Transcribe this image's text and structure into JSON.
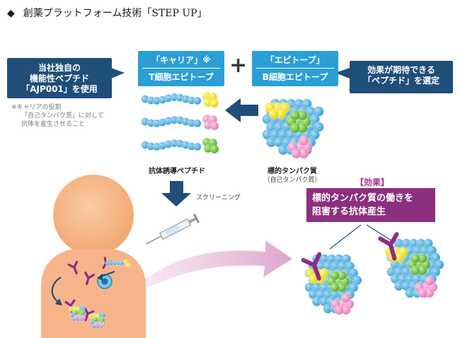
{
  "heading": {
    "bullet": "◆",
    "title": "創薬プラットフォーム技術「STEP UP」"
  },
  "left_box": {
    "lines": [
      "当社独自の",
      "機能性ペプチド",
      "「AJP001」を使用"
    ]
  },
  "carrier_box": {
    "line1": "「キャリア」※",
    "line2": "T細胞エピトープ"
  },
  "plus": "+",
  "epitope_box": {
    "line1": "「エピトープ」",
    "line2": "B細胞エピトープ"
  },
  "right_box": {
    "lines": [
      "効果が期待できる",
      "「ペプチド」を選定"
    ]
  },
  "note": {
    "lines": [
      "※キャリアの役割",
      "「自己タンパク質」に対して",
      "抗体を産生させること"
    ]
  },
  "captions": {
    "peptide": "抗体誘導ペプチド",
    "protein": "標的タンパク質",
    "protein_sub": "（自己タンパク質）"
  },
  "screening": "スクリーニング",
  "effect": {
    "label": "【効果】",
    "lines": [
      "標的タンパク質の働きを",
      "阻害する抗体産生"
    ]
  },
  "colors": {
    "navy": "#1f4e79",
    "teal": "#2a9fd6",
    "purple": "#8b2f7e",
    "skin": "#f6b98a",
    "blue_bead": "#56b4e3",
    "yellow": "#f5e61e",
    "pink": "#ef8fc4",
    "green": "#72c04a"
  }
}
